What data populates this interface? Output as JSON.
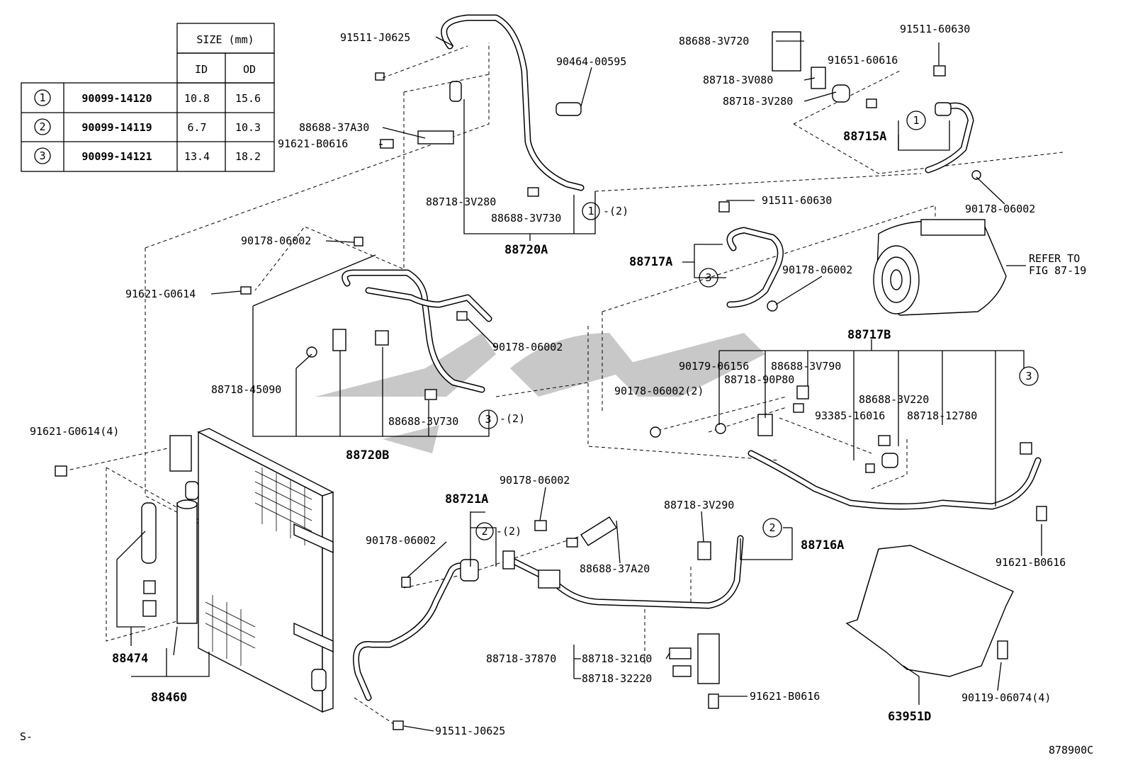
{
  "table": {
    "size_header": "SIZE (mm)",
    "col_id": "ID",
    "col_od": "OD",
    "rows": [
      {
        "marker": "1",
        "part": "90099-14120",
        "id": "10.8",
        "od": "15.6"
      },
      {
        "marker": "2",
        "part": "90099-14119",
        "id": "6.7",
        "od": "10.3"
      },
      {
        "marker": "3",
        "part": "90099-14121",
        "id": "13.4",
        "od": "18.2"
      }
    ]
  },
  "labels": {
    "l01": "91511-J0625",
    "l02": "90464-00595",
    "l03": "88688-37A30",
    "l04": "91621-B0616",
    "l05": "88718-3V280",
    "l06": "88688-3V730",
    "l07": "88720A",
    "l08": "-(2)",
    "l09": "88688-3V720",
    "l10": "91511-60630",
    "l11": "88718-3V080",
    "l12": "91651-60616",
    "l13": "88718-3V280",
    "l14": "88715A",
    "l15": "90178-06002",
    "l16": "91511-60630",
    "l17": "88717A",
    "l18": "90178-06002",
    "l19": "REFER TO",
    "l20": "FIG 87-19",
    "l21": "90178-06002",
    "l22": "91621-G0614",
    "l23": "90178-06002",
    "l24": "88718-45090",
    "l25": "88688-3V730",
    "l26": "-(2)",
    "l27": "88720B",
    "l28": "91621-G0614(4)",
    "l29": "88717B",
    "l30": "90179-06156",
    "l31": "88688-3V790",
    "l32": "88718-90P80",
    "l33": "90178-06002(2)",
    "l34": "88688-3V220",
    "l35": "93385-16016",
    "l36": "88718-12780",
    "l37": "90178-06002",
    "l38": "88721A",
    "l39": "-(2)",
    "l40": "90178-06002",
    "l41": "88718-3V290",
    "l42": "88716A",
    "l43": "88688-37A20",
    "l44": "91621-B0616",
    "l45": "88474",
    "l46": "88460",
    "l47": "88718-37870",
    "l48": "88718-32160",
    "l49": "88718-32220",
    "l50": "91621-B0616",
    "l51": "90119-06074(4)",
    "l52": "63951D",
    "l53": "91511-J0625",
    "l54": "S-",
    "l55": "878900C"
  },
  "callouts": {
    "c1": "1",
    "c2": "1",
    "c3": "3",
    "c4": "3",
    "c5": "3",
    "c6": "2",
    "c7": "2"
  },
  "watermark_color": "#9a9a9a"
}
